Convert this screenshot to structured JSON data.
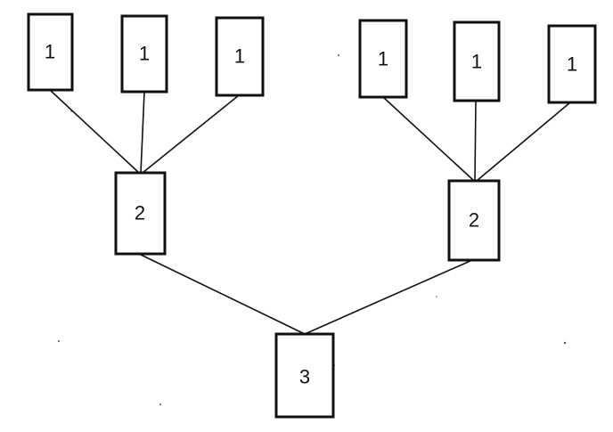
{
  "tree": {
    "root": {
      "label": "3",
      "children": [
        {
          "label": "2",
          "children": [
            {
              "label": "1"
            },
            {
              "label": "1"
            },
            {
              "label": "1"
            }
          ]
        },
        {
          "label": "2",
          "children": [
            {
              "label": "1"
            },
            {
              "label": "1"
            },
            {
              "label": "1"
            }
          ]
        }
      ]
    }
  },
  "colors": {
    "stroke": "#111111",
    "background": "#ffffff"
  }
}
